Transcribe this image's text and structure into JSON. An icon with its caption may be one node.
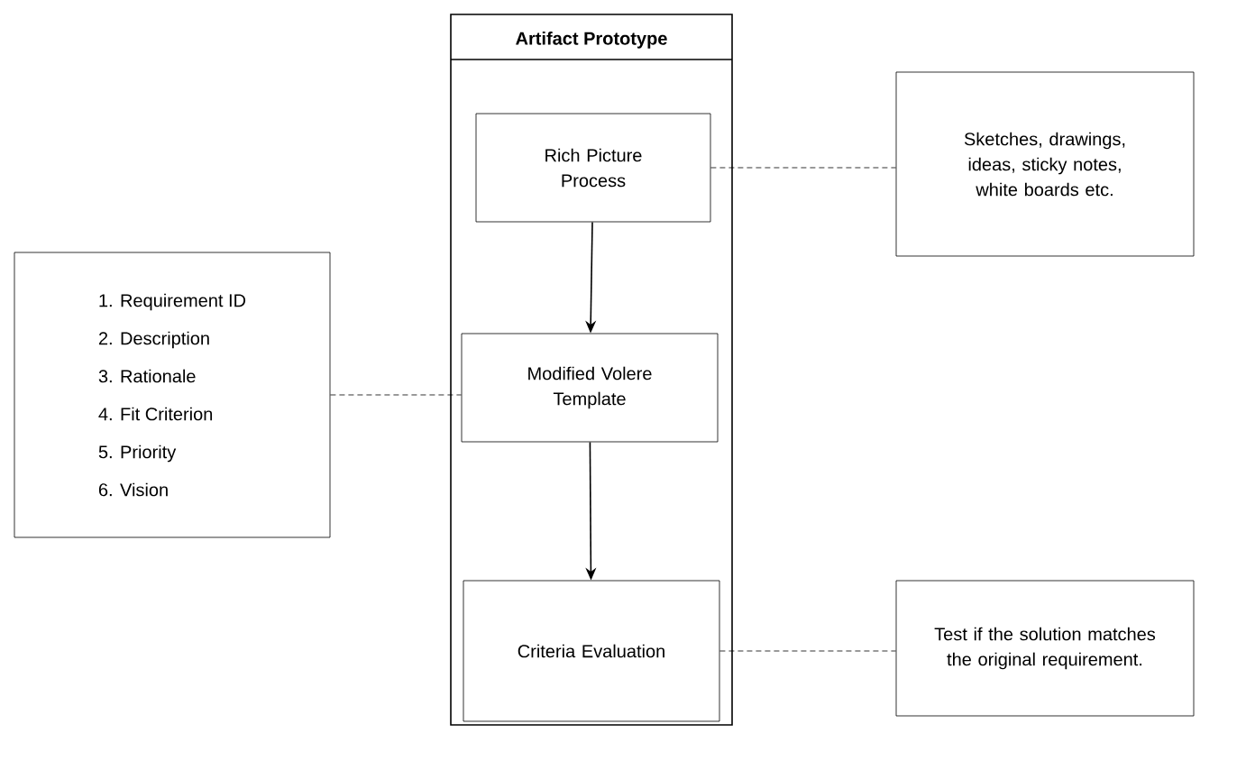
{
  "diagram": {
    "nodes": [
      {
        "text": [
          "Artifact Prototype"
        ]
      },
      {
        "text": [
          "Rich Picture Process"
        ],
        "in": 0
      },
      {
        "text": [
          "Modified Volere Template"
        ],
        "in": 0
      },
      {
        "text": [
          "Criteria Evaluation"
        ],
        "in": 0
      },
      {
        "text": [
          "Sketches, drawings, ideas, sticky notes, white boards etc."
        ]
      },
      {
        "text": [
          "1. Requirement ID",
          "2. Description",
          "3. Rationale",
          "4. Fit Criterion",
          "5. Priority",
          "6. Vision"
        ]
      },
      {
        "text": [
          "Test if the solution matches the original requirement."
        ]
      }
    ],
    "edges": [
      {
        "from": 1,
        "to": 2,
        "arrow": "to"
      },
      {
        "from": 2,
        "to": 3,
        "arrow": "to"
      },
      {
        "from": 1,
        "to": 4,
        "arrow": "none",
        "style": "dashed"
      },
      {
        "from": 5,
        "to": 2,
        "arrow": "none",
        "style": "dashed"
      },
      {
        "from": 3,
        "to": 6,
        "arrow": "none",
        "style": "dashed"
      }
    ]
  }
}
